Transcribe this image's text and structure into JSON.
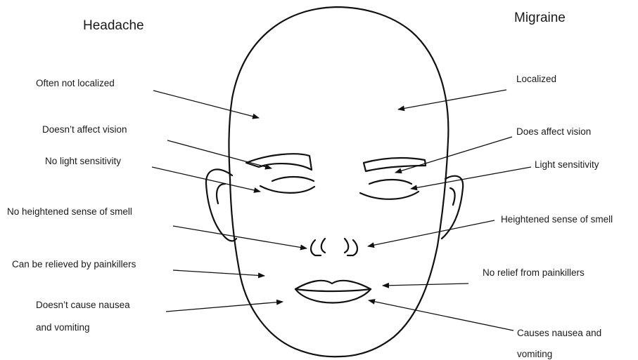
{
  "headers": {
    "left": "Headache",
    "right": "Migraine"
  },
  "headache_labels": [
    "Often not localized",
    "Doesn’t affect vision",
    "No light sensitivity",
    "No heightened sense of smell",
    "Can be relieved by painkillers",
    "Doesn’t cause nausea",
    "and vomiting"
  ],
  "migraine_labels": [
    "Localized",
    "Does affect vision",
    "Light sensitivity",
    "Heightened sense of smell",
    "No relief from painkillers",
    "Causes nausea and",
    "vomiting"
  ]
}
